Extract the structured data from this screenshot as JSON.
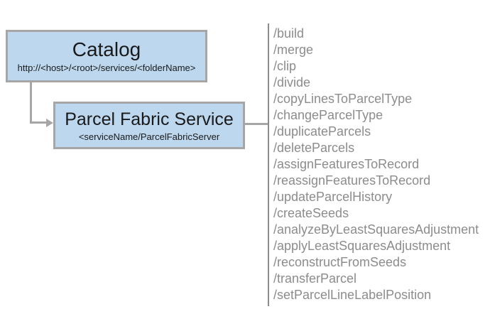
{
  "diagram": {
    "catalog": {
      "title": "Catalog",
      "subtitle": "http://<host>/<root>/services/<folderName>"
    },
    "service": {
      "title": "Parcel Fabric Service",
      "subtitle": "<serviceName/ParcelFabricServer"
    },
    "endpoints": [
      "/build",
      "/merge",
      "/clip",
      "/divide",
      "/copyLinesToParcelType",
      "/changeParcelType",
      "/duplicateParcels",
      "/deleteParcels",
      "/assignFeaturesToRecord",
      "/reassignFeaturesToRecord",
      "/updateParcelHistory",
      "/createSeeds",
      "/analyzeByLeastSquaresAdjustment",
      "/applyLeastSquaresAdjustment",
      "/reconstructFromSeeds",
      "/transferParcel",
      "/setParcelLineLabelPosition"
    ],
    "colors": {
      "node_fill": "#BDD7EE",
      "node_border": "#A6A6A6",
      "connector": "#A6A6A6",
      "separator": "#8C8C8C",
      "endpoint_text": "#8C8C8C",
      "title_text": "#1A1A1A"
    }
  }
}
